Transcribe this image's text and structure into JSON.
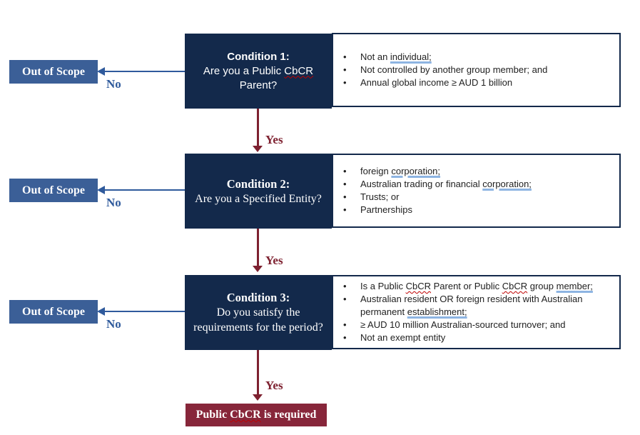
{
  "colors": {
    "navy": "#13294B",
    "scope_blue": "#3B5F97",
    "arrow_blue": "#2F5A9C",
    "maroon": "#87263A",
    "arrow_maroon": "#7E2130",
    "underline_blue": "#8DB4E2",
    "squiggle_red": "#C00000",
    "bullet_text": "#1F1F1F",
    "background": "#FFFFFF"
  },
  "glyphs": {
    "bullet": "•"
  },
  "labels": {
    "no": "No",
    "yes": "Yes",
    "out_of_scope": "Out of Scope"
  },
  "rows": [
    {
      "condition": {
        "title": "Condition 1:",
        "question_segments": [
          {
            "t": "Are you a Public "
          },
          {
            "t": "CbCR",
            "mark": "squiggle"
          },
          {
            "t": " Parent?"
          }
        ]
      },
      "bullets": [
        {
          "segments": [
            {
              "t": "Not an "
            },
            {
              "t": "individual;",
              "mark": "underline"
            }
          ]
        },
        {
          "segments": [
            {
              "t": "Not controlled by another group member; and"
            }
          ]
        },
        {
          "segments": [
            {
              "t": "Annual global income ≥ AUD 1 billion"
            }
          ]
        }
      ]
    },
    {
      "condition": {
        "title": "Condition 2:",
        "question_segments": [
          {
            "t": "Are you a Specified Entity?"
          }
        ]
      },
      "bullets": [
        {
          "segments": [
            {
              "t": "foreign "
            },
            {
              "t": "corporation;",
              "mark": "underline"
            }
          ]
        },
        {
          "segments": [
            {
              "t": "Australian trading or financial "
            },
            {
              "t": "corporation;",
              "mark": "underline"
            }
          ]
        },
        {
          "segments": [
            {
              "t": "Trusts; or"
            }
          ]
        },
        {
          "segments": [
            {
              "t": "Partnerships"
            }
          ]
        }
      ]
    },
    {
      "condition": {
        "title": "Condition 3:",
        "question_segments": [
          {
            "t": "Do you satisfy the requirements for the period?"
          }
        ]
      },
      "bullets": [
        {
          "segments": [
            {
              "t": "Is a Public "
            },
            {
              "t": "CbCR",
              "mark": "squiggle"
            },
            {
              "t": " Parent or Public "
            },
            {
              "t": "CbCR",
              "mark": "squiggle"
            },
            {
              "t": " group "
            },
            {
              "t": "member;",
              "mark": "underline"
            }
          ]
        },
        {
          "segments": [
            {
              "t": "Australian resident OR foreign resident with Australian permanent "
            },
            {
              "t": "establishment;",
              "mark": "underline"
            }
          ]
        },
        {
          "segments": [
            {
              "t": "≥ AUD 10 million Australian-sourced turnover; and"
            }
          ]
        },
        {
          "segments": [
            {
              "t": "Not an exempt entity"
            }
          ]
        }
      ]
    }
  ],
  "result": {
    "segments": [
      {
        "t": "Public "
      },
      {
        "t": "CbCR",
        "mark": "squiggle"
      },
      {
        "t": " is required"
      }
    ]
  }
}
